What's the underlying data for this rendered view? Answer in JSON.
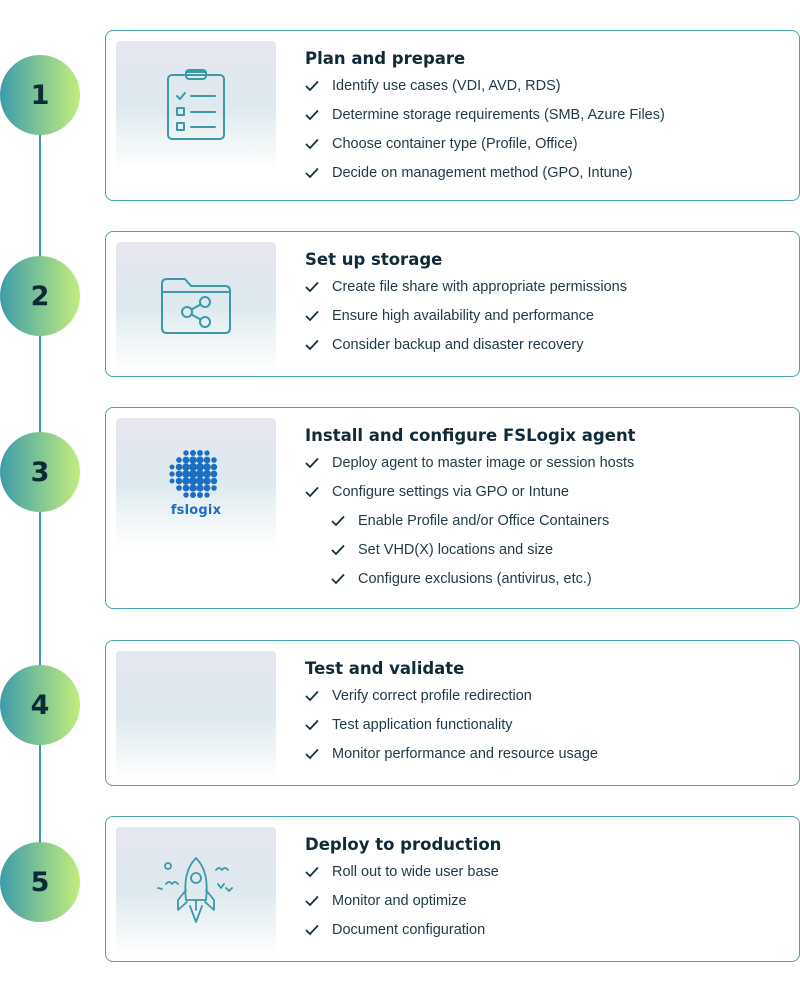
{
  "colors": {
    "accent": "#3a9aa7",
    "circle_start": "#3d9ba9",
    "circle_end": "#c3ec7e",
    "text_dark": "#0f2a38",
    "fslogix_blue": "#1a6fc2"
  },
  "steps": [
    {
      "number": "1",
      "icon": "clipboard-checklist-icon",
      "title": "Plan and prepare",
      "items": [
        "Identify use cases (VDI, AVD, RDS)",
        "Determine storage requirements (SMB, Azure Files)",
        "Choose container type (Profile, Office)",
        "Decide on management method (GPO, Intune)"
      ]
    },
    {
      "number": "2",
      "icon": "shared-folder-icon",
      "title": "Set up storage",
      "items": [
        "Create file share with appropriate permissions",
        "Ensure high availability and performance",
        "Consider backup and disaster recovery"
      ]
    },
    {
      "number": "3",
      "icon": "fslogix-logo",
      "logo_text": "fslogix",
      "title": "Install and configure FSLogix agent",
      "items": [
        "Deploy agent to master image or session hosts",
        "Configure settings via GPO or Intune"
      ],
      "subitems": [
        "Enable Profile and/or Office Containers",
        "Set VHD(X) locations and size",
        "Configure exclusions (antivirus, etc.)"
      ]
    },
    {
      "number": "4",
      "icon": "",
      "title": "Test and validate",
      "items": [
        "Verify correct profile redirection",
        "Test application functionality",
        "Monitor performance and resource usage"
      ]
    },
    {
      "number": "5",
      "icon": "rocket-icon",
      "title": "Deploy to production",
      "items": [
        "Roll out to wide user base",
        "Monitor and optimize",
        "Document configuration"
      ]
    }
  ]
}
